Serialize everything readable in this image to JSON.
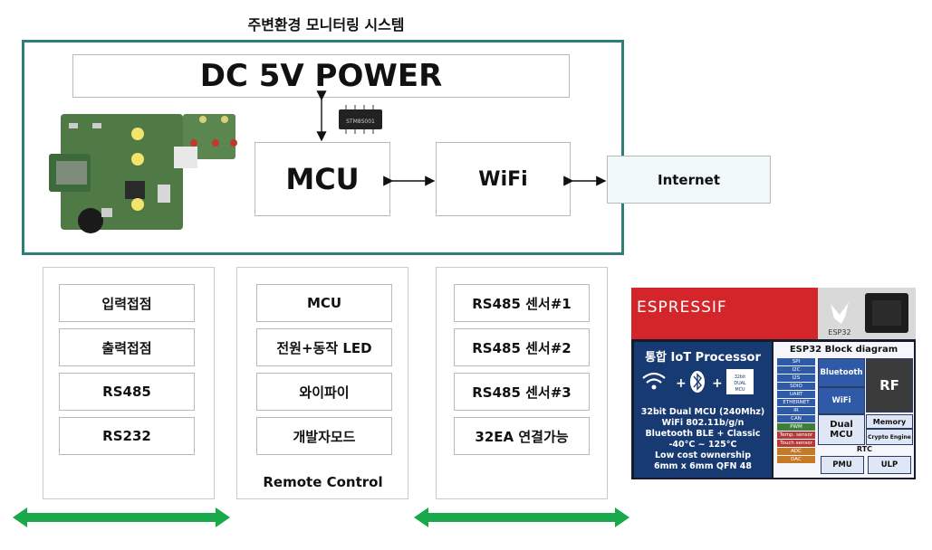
{
  "title": "주변환경 모니터링 시스템",
  "diagram": {
    "power": "DC 5V POWER",
    "mcu": "MCU",
    "wifi": "WiFi",
    "internet": "Internet",
    "chip_label": "STM8S001"
  },
  "columns": {
    "io": [
      "입력접점",
      "출력접점",
      "RS485",
      "RS232"
    ],
    "control": [
      "MCU",
      "전원+동작 LED",
      "와이파이",
      "개발자모드"
    ],
    "control_caption": "Remote Control",
    "sensors": [
      "RS485 센서#1",
      "RS485 센서#2",
      "RS485 센서#3",
      "32EA 연결가능"
    ]
  },
  "esp32": {
    "brand": "ESPRESSIF",
    "model": "ESP32",
    "headline": "통합 IoT Processor",
    "chip_icon_label": "32bit DUAL MCU",
    "specs": [
      "32bit Dual MCU (240Mhz)",
      "WiFi 802.11b/g/n",
      "Bluetooth BLE + Classic",
      "-40°C ~ 125°C",
      "Low cost ownership",
      "6mm x 6mm QFN 48"
    ],
    "block_title": "ESP32  Block diagram",
    "peripherals": [
      "SPI",
      "I2C",
      "I2S",
      "SDIO",
      "UART",
      "ETHERNET",
      "IR",
      "CAN",
      "PWM",
      "Temp. sensor",
      "Touch sensor",
      "ADC",
      "DAC"
    ],
    "blocks": {
      "bluetooth": "Bluetooth",
      "rf": "RF",
      "wifi": "WiFi",
      "dual_mcu": "Dual MCU",
      "memory": "Memory",
      "crypto": "Crypto Engine",
      "rtc": "RTC",
      "pmu": "PMU",
      "ulp": "ULP"
    },
    "colors": {
      "brand_red": "#d4262a",
      "panel_blue": "#173a73",
      "pin_blue": "#2f5aa8",
      "pin_green": "#3f7d3a",
      "pin_red": "#b43a3a",
      "pin_orange": "#c67a25"
    }
  },
  "colors": {
    "frame": "#2e7f78",
    "arrow": "#17a94a"
  }
}
